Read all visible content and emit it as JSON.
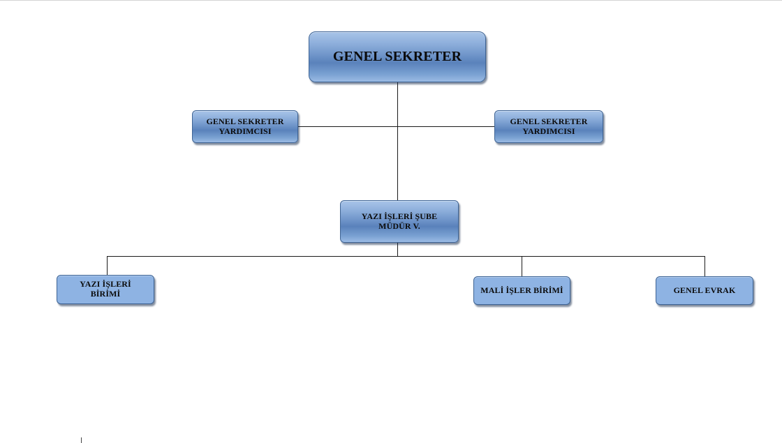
{
  "org_chart": {
    "top": {
      "label": "GENEL SEKRETER"
    },
    "assistant_left": {
      "label_line1": "GENEL SEKRETER",
      "label_line2": "YARDIMCISI"
    },
    "assistant_right": {
      "label_line1": "GENEL SEKRETER",
      "label_line2": "YARDIMCISI"
    },
    "branch_manager": {
      "label_line1": "YAZI İŞLERİ ŞUBE",
      "label_line2": "MÜDÜR V."
    },
    "units": [
      {
        "label_line1": "YAZI İŞLERİ",
        "label_line2": "BİRİMİ"
      },
      {
        "label": "MALİ İŞLER BİRİMİ"
      },
      {
        "label": "GENEL EVRAK"
      }
    ]
  }
}
